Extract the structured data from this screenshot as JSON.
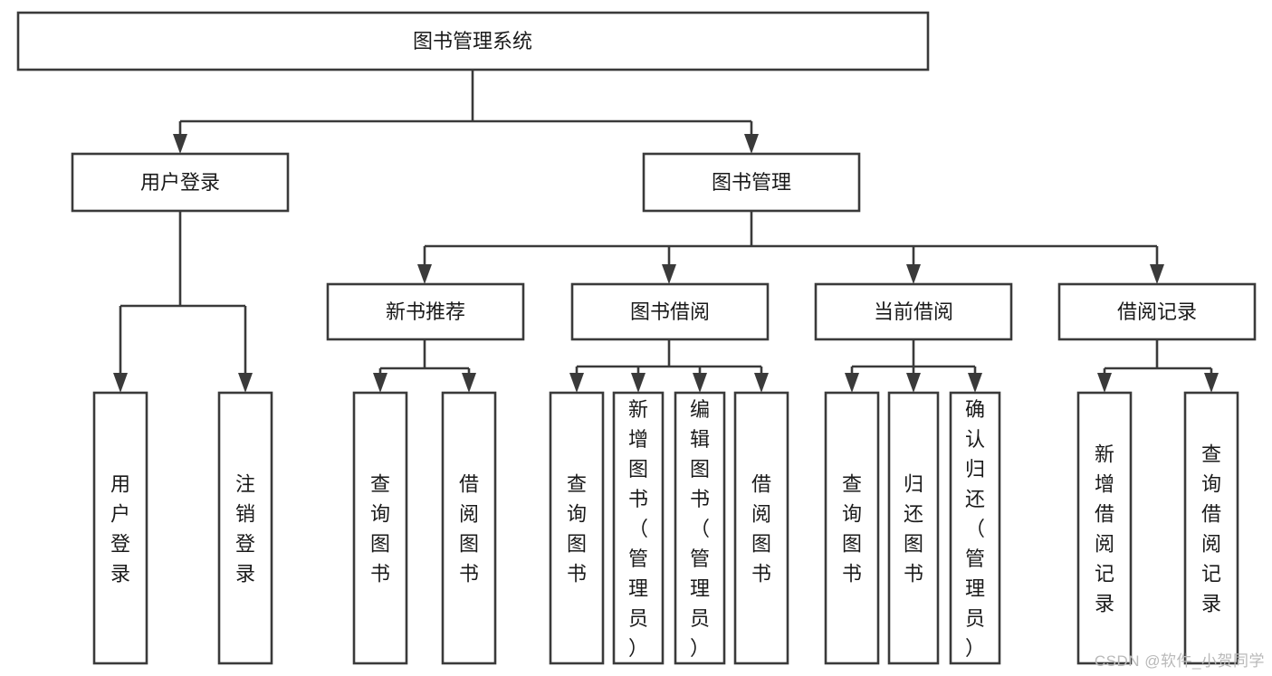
{
  "diagram": {
    "title": "图书管理系统",
    "type": "tree-hierarchy",
    "watermark": "CSDN @软件_小贺同学",
    "colors": {
      "stroke": "#3a3a3a",
      "box_fill": "#ffffff",
      "text": "#1a1a1a",
      "background": "#ffffff",
      "watermark": "#b9b9b9"
    },
    "levels": {
      "root": {
        "label": "图书管理系统"
      },
      "level2": [
        {
          "label": "用户登录"
        },
        {
          "label": "图书管理"
        }
      ],
      "level3": [
        {
          "label": "新书推荐"
        },
        {
          "label": "图书借阅"
        },
        {
          "label": "当前借阅"
        },
        {
          "label": "借阅记录"
        }
      ],
      "leaves": [
        {
          "label": "用户登录",
          "parent": "用户登录"
        },
        {
          "label": "注销登录",
          "parent": "用户登录"
        },
        {
          "label": "查询图书",
          "parent": "新书推荐"
        },
        {
          "label": "借阅图书",
          "parent": "新书推荐"
        },
        {
          "label": "查询图书",
          "parent": "图书借阅"
        },
        {
          "label": "新增图书（管理员）",
          "parent": "图书借阅"
        },
        {
          "label": "编辑图书（管理员）",
          "parent": "图书借阅"
        },
        {
          "label": "借阅图书",
          "parent": "图书借阅"
        },
        {
          "label": "查询图书",
          "parent": "当前借阅"
        },
        {
          "label": "归还图书",
          "parent": "当前借阅"
        },
        {
          "label": "确认归还（管理员）",
          "parent": "当前借阅"
        },
        {
          "label": "新增借阅记录",
          "parent": "借阅记录"
        },
        {
          "label": "查询借阅记录",
          "parent": "借阅记录"
        }
      ]
    }
  }
}
